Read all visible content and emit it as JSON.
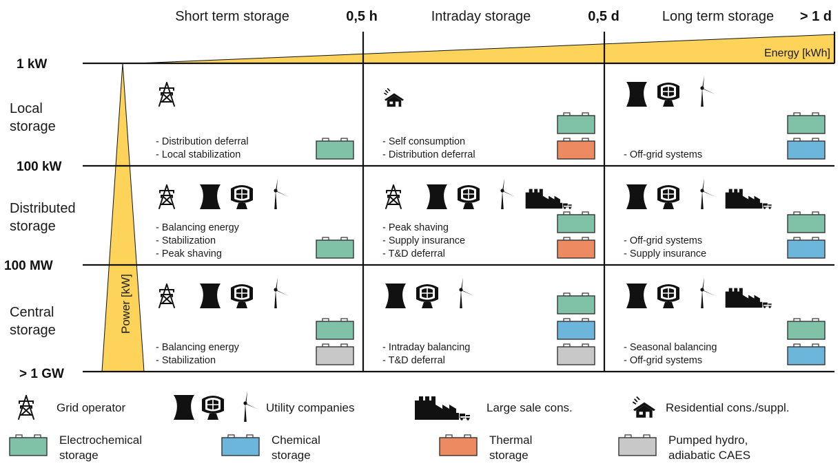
{
  "columns": [
    {
      "label": "Short term storage"
    },
    {
      "label": "Intraday storage"
    },
    {
      "label": "Long term storage"
    }
  ],
  "time_boundaries": [
    "0,5 h",
    "0,5 d",
    "> 1 d"
  ],
  "energy_label": "Energy [kWh]",
  "power_label": "Power  [kW]",
  "power_levels": [
    "1 kW",
    "100 kW",
    "100 MW",
    "> 1 GW"
  ],
  "rows": [
    {
      "label_lines": [
        "Local",
        "storage"
      ]
    },
    {
      "label_lines": [
        "Distributed",
        "storage"
      ]
    },
    {
      "label_lines": [
        "Central",
        "storage"
      ]
    }
  ],
  "cells": [
    [
      {
        "icons": [
          "grid"
        ],
        "apps": [
          "- Distribution deferral",
          "- Local stabilization"
        ],
        "storage": [
          "electrochemical"
        ]
      },
      {
        "icons": [
          "house"
        ],
        "apps": [
          "- Self consumption",
          "- Distribution deferral"
        ],
        "storage": [
          "electrochemical",
          "thermal"
        ]
      },
      {
        "icons": [
          "tower",
          "nuclear",
          "wind"
        ],
        "apps": [
          "- Off-grid systems"
        ],
        "storage": [
          "electrochemical",
          "chemical"
        ]
      }
    ],
    [
      {
        "icons": [
          "grid",
          "tower",
          "nuclear",
          "wind"
        ],
        "apps": [
          "- Balancing energy",
          "- Stabilization",
          "- Peak shaving"
        ],
        "storage": [
          "electrochemical"
        ]
      },
      {
        "icons": [
          "grid",
          "tower",
          "nuclear",
          "wind",
          "factory"
        ],
        "apps": [
          "- Peak shaving",
          "- Supply  insurance",
          "- T&D deferral"
        ],
        "storage": [
          "electrochemical",
          "thermal"
        ]
      },
      {
        "icons": [
          "tower",
          "nuclear",
          "wind",
          "factory"
        ],
        "apps": [
          "- Off-grid systems",
          "- Supply insurance"
        ],
        "storage": [
          "electrochemical",
          "chemical"
        ]
      }
    ],
    [
      {
        "icons": [
          "grid",
          "tower",
          "nuclear",
          "wind"
        ],
        "apps": [
          "- Balancing energy",
          "- Stabilization"
        ],
        "storage": [
          "electrochemical",
          "pumped"
        ]
      },
      {
        "icons": [
          "tower",
          "nuclear",
          "wind"
        ],
        "apps": [
          "- Intraday balancing",
          "- T&D deferral"
        ],
        "storage": [
          "electrochemical",
          "chemical",
          "pumped"
        ]
      },
      {
        "icons": [
          "tower",
          "nuclear",
          "wind",
          "factory"
        ],
        "apps": [
          "- Seasonal balancing",
          "- Off-grid systems"
        ],
        "storage": [
          "electrochemical",
          "chemical"
        ]
      }
    ]
  ],
  "legend_actors": [
    {
      "icon": "grid",
      "label": "Grid operator"
    },
    {
      "icon": "utility",
      "label": "Utility companies"
    },
    {
      "icon": "factory",
      "label": "Large sale cons."
    },
    {
      "icon": "house",
      "label": "Residential cons./suppl."
    }
  ],
  "legend_storage": [
    {
      "type": "electrochemical",
      "lines": [
        "Electrochemical",
        "storage"
      ]
    },
    {
      "type": "chemical",
      "lines": [
        "Chemical",
        "storage"
      ]
    },
    {
      "type": "thermal",
      "lines": [
        "Thermal",
        "storage"
      ]
    },
    {
      "type": "pumped",
      "lines": [
        "Pumped hydro,",
        "adiabatic CAES"
      ]
    }
  ],
  "colors": {
    "electrochemical": "#7fc2a8",
    "chemical": "#6cb6dc",
    "thermal": "#ee8a62",
    "pumped": "#c8c8c8",
    "accent": "#fdd35a",
    "line": "#111111"
  },
  "icon_names": {
    "grid": "transmission-tower-icon",
    "tower": "cooling-tower-icon",
    "nuclear": "power-plant-icon",
    "wind": "wind-turbine-icon",
    "factory": "factory-icon",
    "house": "solar-house-icon"
  }
}
